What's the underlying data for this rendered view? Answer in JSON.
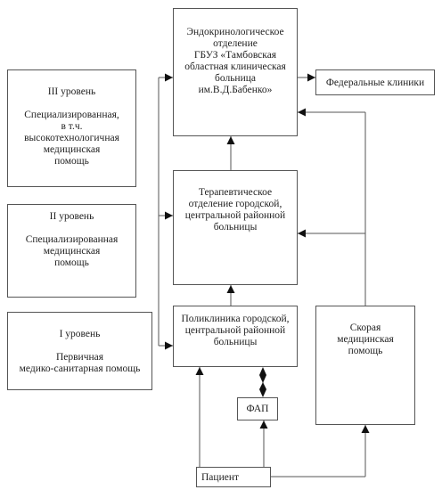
{
  "boxes": {
    "endocrine": {
      "lines": [
        "Эндокринологическое",
        "отделение",
        "ГБУЗ «Тамбовская",
        "областная клиническая",
        "больница",
        "им.В.Д.Бабенко»"
      ]
    },
    "federal": {
      "label": "Федеральные клиники"
    },
    "level3": {
      "title": "III уровень",
      "lines": [
        "Специализированная,",
        "в т.ч.",
        "высокотехнологичная",
        "медицинская",
        "помощь"
      ]
    },
    "level2": {
      "title": "II уровень",
      "lines": [
        "Специализированная",
        "медицинская",
        "помощь"
      ]
    },
    "level1": {
      "title": "I уровень",
      "lines": [
        "Первичная",
        "медико-санитарная помощь"
      ]
    },
    "therapy": {
      "lines": [
        "Терапевтическое",
        "отделение городской,",
        "центральной районной",
        "больницы"
      ]
    },
    "polyclinic": {
      "lines": [
        "Поликлиника городской,",
        "центральной районной",
        "больницы"
      ]
    },
    "ambulance": {
      "lines": [
        "Скорая",
        "медицинская",
        "помощь"
      ]
    },
    "fap": {
      "label": "ФАП"
    },
    "patient": {
      "label": "Пациент"
    }
  },
  "colors": {
    "line": "#555555",
    "arrow": "#111111",
    "text": "#222222"
  }
}
